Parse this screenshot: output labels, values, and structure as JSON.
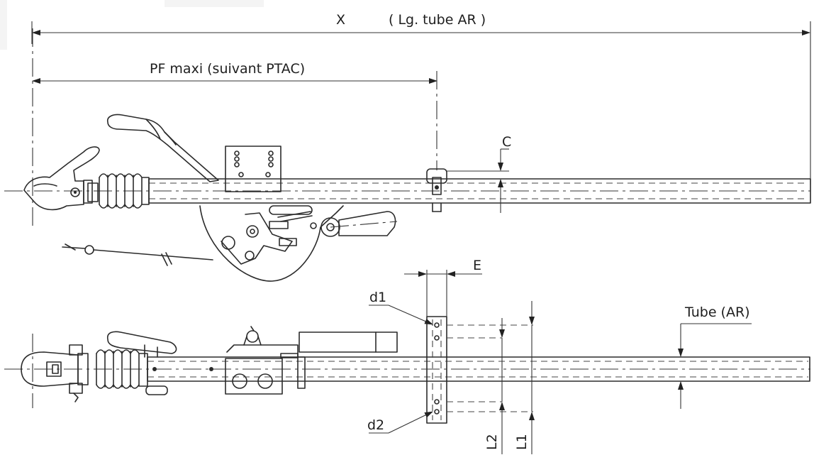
{
  "labels": {
    "x": "X",
    "tube_length": "( Lg. tube AR )",
    "pf_maxi": "PF maxi (suivant PTAC)",
    "c": "C",
    "e": "E",
    "d1": "d1",
    "d2": "d2",
    "tube_ar": "Tube (AR)",
    "l1": "L1",
    "l2": "L2"
  }
}
